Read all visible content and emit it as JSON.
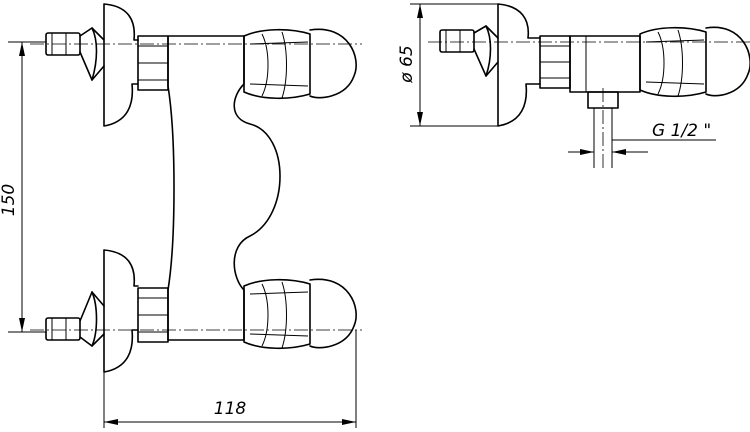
{
  "dimensions": {
    "height_label": "150",
    "width_label": "118",
    "diameter_label": "ø 65",
    "thread_label": "G 1/2 \""
  }
}
